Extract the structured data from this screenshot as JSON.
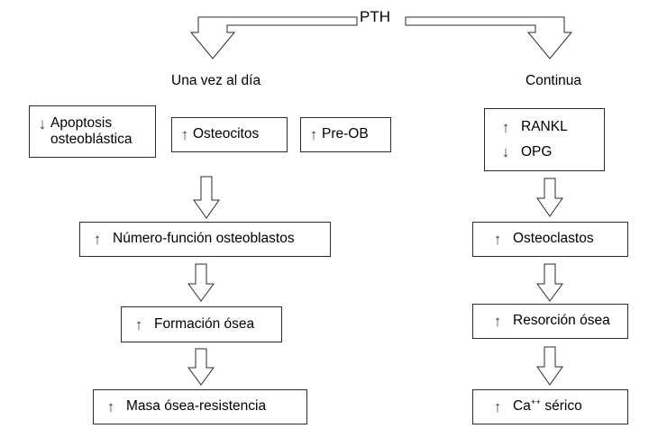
{
  "diagram": {
    "title_node": "PTH",
    "branches": {
      "left_label": "Una vez al día",
      "right_label": "Continua"
    },
    "left_column": {
      "row1": [
        {
          "arrow": "↓",
          "label": "Apoptosis\nosteoblástica"
        },
        {
          "arrow": "↑",
          "label": "Osteocitos"
        },
        {
          "arrow": "↑",
          "label": "Pre-OB"
        }
      ],
      "row2": {
        "arrow": "↑",
        "label": "Número-función osteoblastos"
      },
      "row3": {
        "arrow": "↑",
        "label": "Formación ósea"
      },
      "row4": {
        "arrow": "↑",
        "label": "Masa ósea-resistencia"
      }
    },
    "right_column": {
      "row1": [
        {
          "arrow": "↑",
          "label": "RANKL"
        },
        {
          "arrow": "↓",
          "label": "OPG"
        }
      ],
      "row2": {
        "arrow": "↑",
        "label": "Osteoclastos"
      },
      "row3": {
        "arrow": "↑",
        "label": "Resorción ósea"
      },
      "row4": {
        "arrow": "↑",
        "label_pre": "Ca",
        "label_sup": "++",
        "label_post": " sérico"
      }
    },
    "colors": {
      "stroke": "#2b2b2b",
      "background": "#ffffff",
      "text": "#000000"
    }
  }
}
